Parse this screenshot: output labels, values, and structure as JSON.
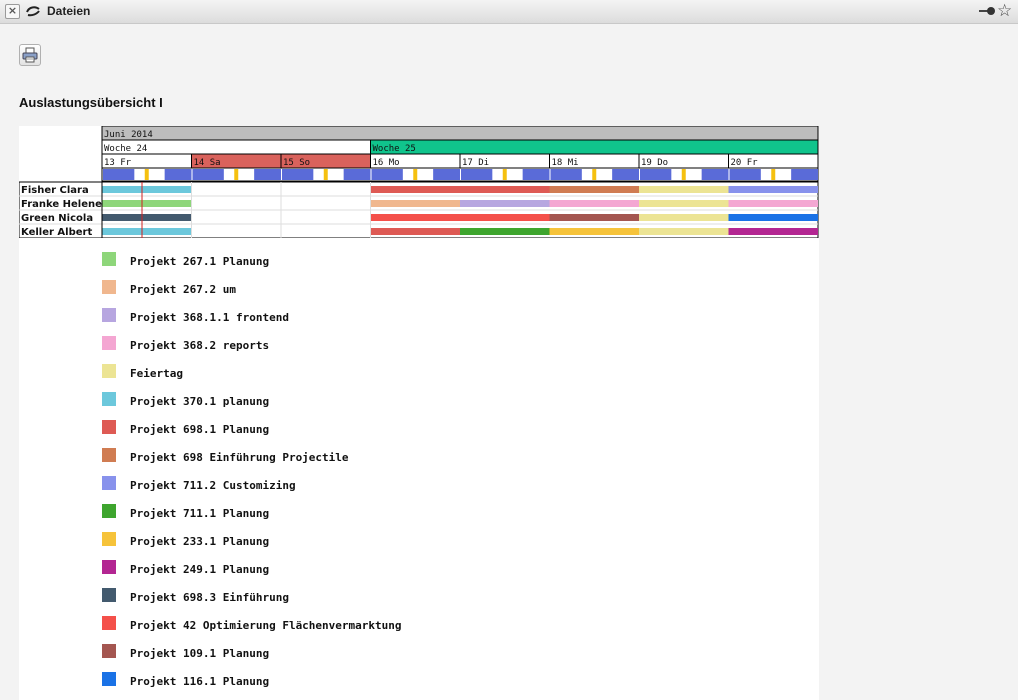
{
  "window": {
    "title": "Dateien"
  },
  "toolbar": {
    "print_icon": "printer-icon"
  },
  "page": {
    "heading": "Auslastungsübersicht I"
  },
  "colors": {
    "month_bar": "#bdbdbd",
    "week25": "#10c48c",
    "weekend": "#d9625c",
    "timeline_blue": "#5a6bd8",
    "timeline_marker": "#f5c010",
    "today_line": "#d22020"
  },
  "gantt": {
    "month": "Juni 2014",
    "weeks": [
      "Woche 24",
      "Woche 25"
    ],
    "days": [
      {
        "label": "13 Fr",
        "weekend": false
      },
      {
        "label": "14 Sa",
        "weekend": true
      },
      {
        "label": "15 So",
        "weekend": true
      },
      {
        "label": "16 Mo",
        "weekend": false
      },
      {
        "label": "17 Di",
        "weekend": false
      },
      {
        "label": "18 Mi",
        "weekend": false
      },
      {
        "label": "19 Do",
        "weekend": false
      },
      {
        "label": "20 Fr",
        "weekend": false
      }
    ],
    "people": [
      {
        "name": "Fisher Clara",
        "bars": [
          {
            "day": 0,
            "project": "Projekt 370.1 planung"
          },
          {
            "day": 3,
            "project": "Projekt 698.1 Planung"
          },
          {
            "day": 4,
            "project": "Projekt 698.1 Planung"
          },
          {
            "day": 5,
            "project": "Projekt 698 Einführung Projectile"
          },
          {
            "day": 6,
            "project": "Feiertag"
          },
          {
            "day": 7,
            "project": "Projekt 711.2 Customizing"
          }
        ]
      },
      {
        "name": "Franke Helene",
        "bars": [
          {
            "day": 0,
            "project": "Projekt 267.1 Planung"
          },
          {
            "day": 3,
            "project": "Projekt 267.2 um"
          },
          {
            "day": 4,
            "project": "Projekt 368.1.1 frontend"
          },
          {
            "day": 5,
            "project": "Projekt 368.2 reports"
          },
          {
            "day": 6,
            "project": "Feiertag"
          },
          {
            "day": 7,
            "project": "Projekt 368.2 reports"
          }
        ]
      },
      {
        "name": "Green Nicola",
        "bars": [
          {
            "day": 0,
            "project": "Projekt 698.3 Einführung"
          },
          {
            "day": 3,
            "project": "Projekt 42 Optimierung Flächenvermarktung"
          },
          {
            "day": 4,
            "project": "Projekt 42 Optimierung Flächenvermarktung"
          },
          {
            "day": 5,
            "project": "Projekt 109.1 Planung"
          },
          {
            "day": 6,
            "project": "Feiertag"
          },
          {
            "day": 7,
            "project": "Projekt 116.1 Planung"
          }
        ]
      },
      {
        "name": "Keller Albert",
        "bars": [
          {
            "day": 0,
            "project": "Projekt 370.1 planung"
          },
          {
            "day": 3,
            "project": "Projekt 698.1 Planung"
          },
          {
            "day": 4,
            "project": "Projekt 711.1 Planung"
          },
          {
            "day": 5,
            "project": "Projekt 233.1 Planung"
          },
          {
            "day": 6,
            "project": "Feiertag"
          },
          {
            "day": 7,
            "project": "Projekt 249.1 Planung"
          }
        ]
      }
    ]
  },
  "legend": [
    {
      "label": "Projekt 267.1 Planung",
      "color": "#8ed67a"
    },
    {
      "label": "Projekt 267.2 um",
      "color": "#f0b78e"
    },
    {
      "label": "Projekt 368.1.1 frontend",
      "color": "#b7a6e0"
    },
    {
      "label": "Projekt 368.2 reports",
      "color": "#f4a6d2"
    },
    {
      "label": "Feiertag",
      "color": "#ece494"
    },
    {
      "label": "Projekt 370.1 planung",
      "color": "#6cc8dc"
    },
    {
      "label": "Projekt 698.1 Planung",
      "color": "#de5a54"
    },
    {
      "label": "Projekt 698 Einführung Projectile",
      "color": "#d07c52"
    },
    {
      "label": "Projekt 711.2 Customizing",
      "color": "#8892ec"
    },
    {
      "label": "Projekt 711.1 Planung",
      "color": "#3ea52e"
    },
    {
      "label": "Projekt 233.1 Planung",
      "color": "#f6c33a"
    },
    {
      "label": "Projekt 249.1 Planung",
      "color": "#b32692"
    },
    {
      "label": "Projekt 698.3 Einführung",
      "color": "#435a6e"
    },
    {
      "label": "Projekt 42 Optimierung Flächenvermarktung",
      "color": "#f4504a"
    },
    {
      "label": "Projekt 109.1 Planung",
      "color": "#a45650"
    },
    {
      "label": "Projekt 116.1 Planung",
      "color": "#1a72e6"
    }
  ]
}
